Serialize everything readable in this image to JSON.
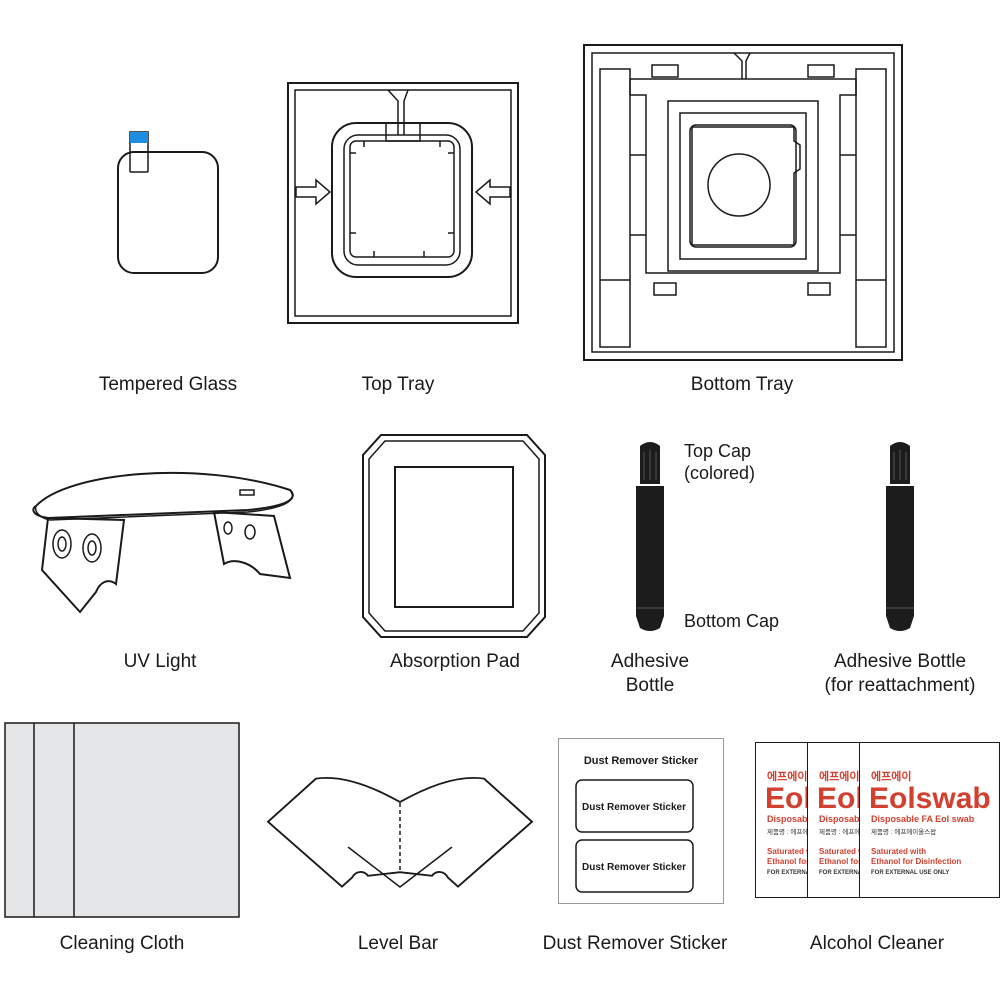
{
  "items": {
    "tempered_glass": "Tempered Glass",
    "top_tray": "Top Tray",
    "bottom_tray": "Bottom Tray",
    "uv_light": "UV Light",
    "absorption_pad": "Absorption Pad",
    "adhesive_bottle_line1": "Adhesive",
    "adhesive_bottle_line2": "Bottle",
    "adhesive_bottle_reattach_line1": "Adhesive Bottle",
    "adhesive_bottle_reattach_line2": "(for reattachment)",
    "cleaning_cloth": "Cleaning Cloth",
    "level_bar": "Level Bar",
    "dust_remover_sticker": "Dust Remover Sticker",
    "alcohol_cleaner": "Alcohol Cleaner"
  },
  "callouts": {
    "top_cap_line1": "Top Cap",
    "top_cap_line2": "(colored)",
    "bottom_cap": "Bottom Cap"
  },
  "sticker": {
    "sheet_title": "Dust Remover Sticker",
    "sticker_1": "Dust Remover Sticker",
    "sticker_2": "Dust Remover Sticker"
  },
  "swab": {
    "korean_brand": "에프에이",
    "brand_part1": "Eol",
    "brand_part2": "swab",
    "subtitle": "Disposable FA Eol swab",
    "maker_label": "제품명 : 에프에이올스왑",
    "saturated_1": "Saturated with",
    "saturated_2": "Ethanol for Disinfection",
    "external_use": "FOR EXTERNAL USE ONLY"
  },
  "colors": {
    "tab_blue": "#1e8fe0",
    "brand_red": "#d2402f",
    "cloth_gray": "#e4e6e8",
    "bottle_black": "#1c1c1c"
  }
}
